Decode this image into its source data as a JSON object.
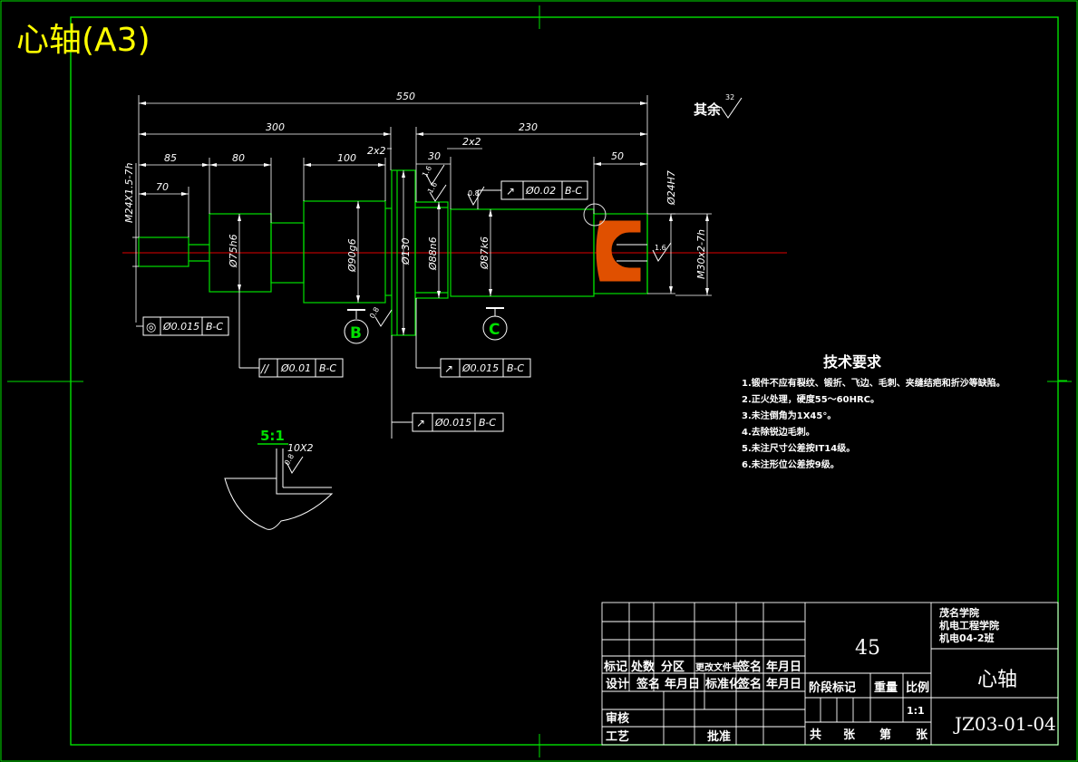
{
  "sheet_title": "心轴(A3)",
  "surface_note": "其余",
  "surface_note_value": "32",
  "dimensions": {
    "total_length": "550",
    "left_length": "300",
    "right_length": "230",
    "d85": "85",
    "d80": "80",
    "d100": "100",
    "d70": "70",
    "d30": "30",
    "d50": "50",
    "chamfer_a": "2x2",
    "chamfer_b": "2x2",
    "thread_left": "M24X1.5-7h",
    "thread_right": "M30x2-7h",
    "dia_75": "Ø75h6",
    "dia_90": "Ø90g6",
    "dia_130": "Ø130",
    "dia_88": "Ø88n6",
    "dia_87": "Ø87k6",
    "dia_24": "Ø24H7",
    "detail_chamfer": "10X2",
    "rough_a": "1.6",
    "rough_b": "1.6",
    "rough_c": "0.8",
    "rough_d": "0.8",
    "rough_e": "1.6",
    "rough_f": "0.8"
  },
  "tolerances": [
    {
      "symbol": "◎",
      "value": "Ø0.015",
      "datum": "B-C"
    },
    {
      "symbol": "//",
      "value": "Ø0.01",
      "datum": "B-C"
    },
    {
      "symbol": "↗",
      "value": "Ø0.015",
      "datum": "B-C"
    },
    {
      "symbol": "↗",
      "value": "Ø0.015",
      "datum": "B-C"
    },
    {
      "symbol": "↗",
      "value": "Ø0.02",
      "datum": "B-C"
    }
  ],
  "datums": [
    "B",
    "C"
  ],
  "detail_scale": "5:1",
  "tech_requirements": {
    "title": "技术要求",
    "items": [
      "1.锻件不应有裂纹、锻折、飞边、毛刺、夹缝结疤和折沙等缺陷。",
      "2.正火处理，硬度55～60HRC。",
      "3.未注倒角为1X45°。",
      "4.去除锐边毛刺。",
      "5.未注尺寸公差按IT14级。",
      "6.未注形位公差按9级。"
    ]
  },
  "title_block": {
    "material": "45",
    "school_line1": "茂名学院",
    "school_line2": "机电工程学院",
    "school_line3": "机电04-2班",
    "part_name": "心轴",
    "drawing_no": "JZ03-01-04",
    "scale_label": "比例",
    "scale_value": "1:1",
    "stage_label": "阶段标记",
    "weight_label": "重量",
    "header1": [
      "标记",
      "处数",
      "分区",
      "更改文件号",
      "签名",
      "年月日"
    ],
    "header2": [
      "设计",
      "签名",
      "年月日",
      "标准化",
      "签名",
      "年月日"
    ],
    "review": "审核",
    "craft": "工艺",
    "approve": "批准",
    "total": "共",
    "sheet": "张",
    "page": "第",
    "sheet2": "张"
  }
}
